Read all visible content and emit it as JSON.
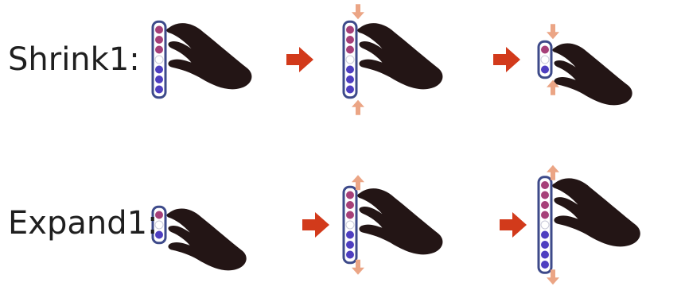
{
  "rows": [
    {
      "label": "Shrink1:",
      "steps": [
        {
          "led_count": 7,
          "arrows": "none"
        },
        {
          "led_count": 7,
          "arrows": "inward"
        },
        {
          "led_count": 3,
          "arrows": "inward"
        }
      ]
    },
    {
      "label": "Expand1:",
      "steps": [
        {
          "led_count": 3,
          "arrows": "none"
        },
        {
          "led_count": 7,
          "arrows": "outward"
        },
        {
          "led_count": 9,
          "arrows": "outward"
        }
      ]
    }
  ],
  "colors": {
    "hand": "#231515",
    "transition_arrow": "#d23a1b",
    "direction_arrow": "#eba585",
    "led_top": "#a63f78",
    "led_center": "#ffffff",
    "led_bottom": "#4e3ec0",
    "device_frame": "#3d4a8a"
  },
  "icons": {
    "hand": "pinching-hand-icon",
    "device": "led-strip-device-icon",
    "transition": "right-arrow-icon",
    "direction": "small-arrow-icon"
  }
}
